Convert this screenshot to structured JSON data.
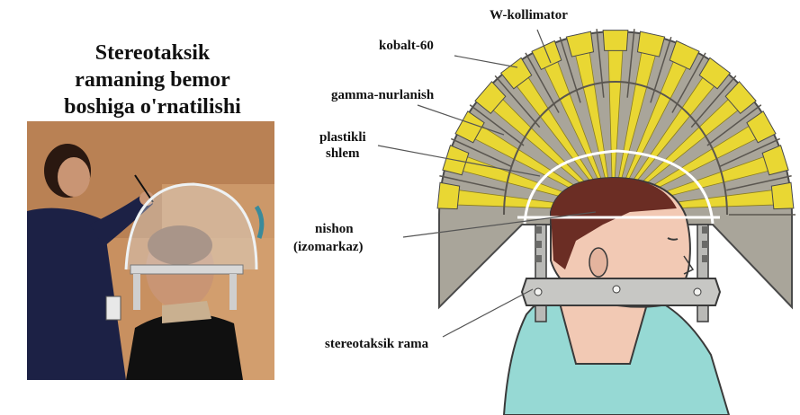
{
  "title": {
    "line1": "Stereotaksik",
    "line2": "ramaning bemor",
    "line3": "boshiga o'rnatilishi"
  },
  "labels": {
    "collimator": "W-kollimator",
    "cobalt": "kobalt-60",
    "gamma": "gamma-nurlanish",
    "helmet_1": "plastikli",
    "helmet_2": "shlem",
    "target_1": "nishon",
    "target_2": "(izomarkaz)",
    "frame": "stereotaksik rama"
  },
  "colors": {
    "beam_yellow": "#e9d733",
    "source_gray": "#a9a59a",
    "helmet_outline": "#ffffff",
    "skin": "#f2c9b4",
    "hair": "#6b2d24",
    "gown": "#96d9d4",
    "frame_gray": "#b9b9b6",
    "scrubs": "#1c2145"
  }
}
